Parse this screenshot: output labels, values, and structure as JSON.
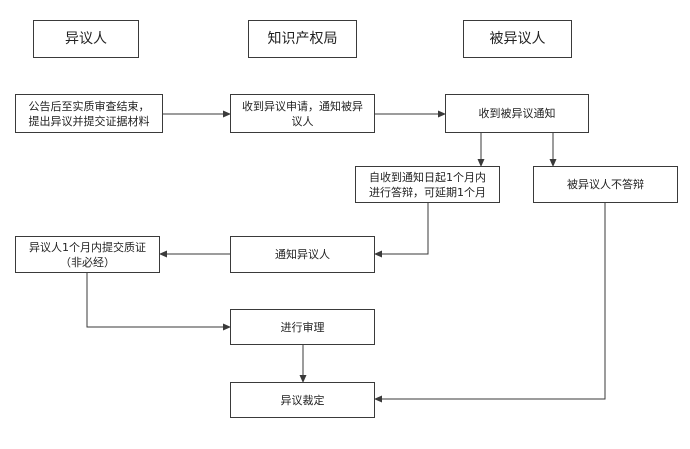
{
  "headers": {
    "objector": "异议人",
    "ip_office": "知识产权局",
    "respondent": "被异议人"
  },
  "nodes": {
    "n1": "公告后至实质审查结束，\n提出异议并提交证据材料",
    "n2": "收到异议申请，通知被异\n议人",
    "n3": "收到被异议通知",
    "n4": "自收到通知日起1个月内\n进行答辩，可延期1个月",
    "n5": "被异议人不答辩",
    "n6": "通知异议人",
    "n7": "异议人1个月内提交质证\n（非必经）",
    "n8": "进行审理",
    "n9": "异议裁定"
  },
  "colors": {
    "line": "#3a3a3a"
  }
}
